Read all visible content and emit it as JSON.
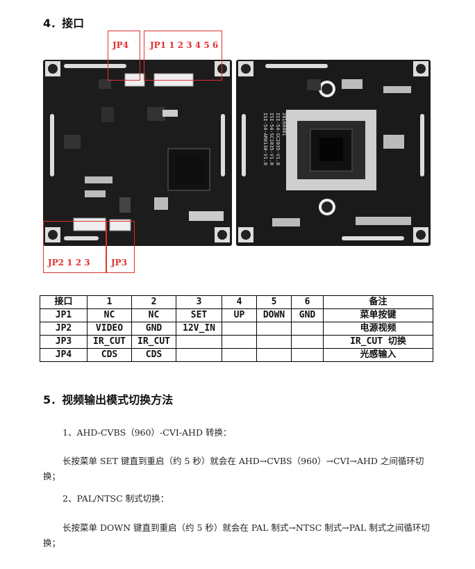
{
  "section4": {
    "title": "4．接口"
  },
  "callouts": {
    "jp4": "JP4",
    "jp1": "JP1  1 2 3 4 5 6",
    "jp2": "JP2  1 2 3",
    "jp3": "JP3"
  },
  "board": {
    "silk_text": [
      "ISI-54-AR0130-V1.0",
      "ISI-54-SC1035-V1.0",
      "ISI-54-SC2035-V1.0",
      "20160401"
    ]
  },
  "table": {
    "headers": [
      "接口",
      "1",
      "2",
      "3",
      "4",
      "5",
      "6",
      "备注"
    ],
    "rows": [
      [
        "JP1",
        "NC",
        "NC",
        "SET",
        "UP",
        "DOWN",
        "GND",
        "菜单按键"
      ],
      [
        "JP2",
        "VIDEO",
        "GND",
        "12V_IN",
        "",
        "",
        "",
        "电源视频"
      ],
      [
        "JP3",
        "IR_CUT",
        "IR_CUT",
        "",
        "",
        "",
        "",
        "IR_CUT 切换"
      ],
      [
        "JP4",
        "CDS",
        "CDS",
        "",
        "",
        "",
        "",
        "光感输入"
      ]
    ]
  },
  "section5": {
    "title": "5．视频输出模式切换方法"
  },
  "paragraphs": {
    "p1": "1、AHD-CVBS（960）-CVI-AHD 转换：",
    "p2": "长按菜单 SET 键直到重启（约 5 秒）就会在 AHD→CVBS（960）→CVI→AHD 之间循环切换；",
    "p3": "2、PAL/NTSC 制式切换：",
    "p4": "长按菜单 DOWN 键直到重启（约 5 秒）就会在 PAL 制式→NTSC 制式→PAL 制式之间循环切换；"
  }
}
